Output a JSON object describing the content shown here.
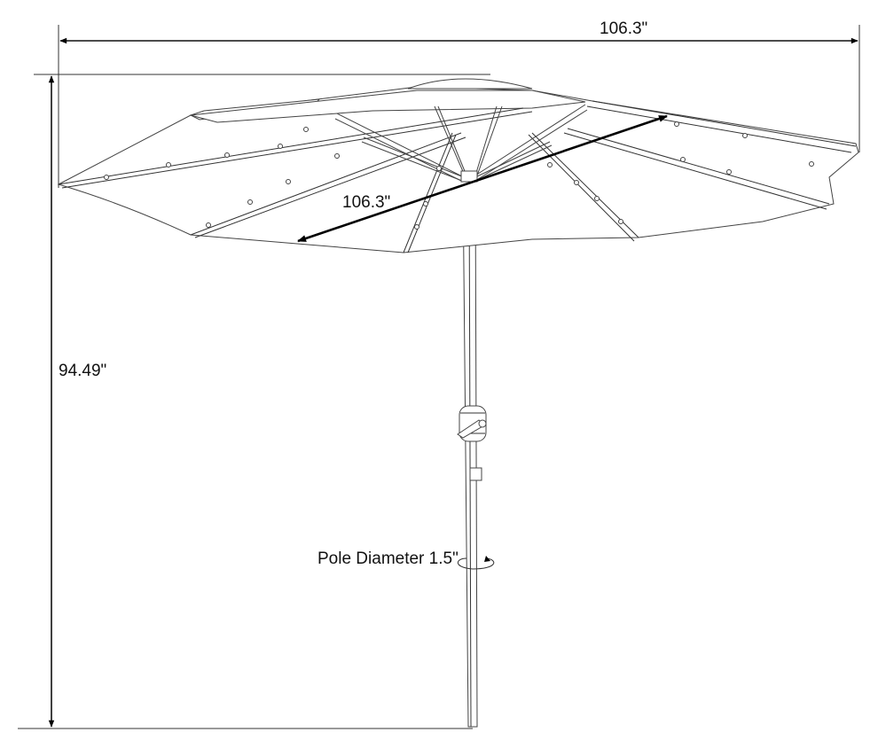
{
  "dimensions": {
    "overall_width": "106.3\"",
    "canopy_diameter": "106.3\"",
    "height": "94.49\"",
    "pole_diameter": "Pole Diameter 1.5\""
  }
}
